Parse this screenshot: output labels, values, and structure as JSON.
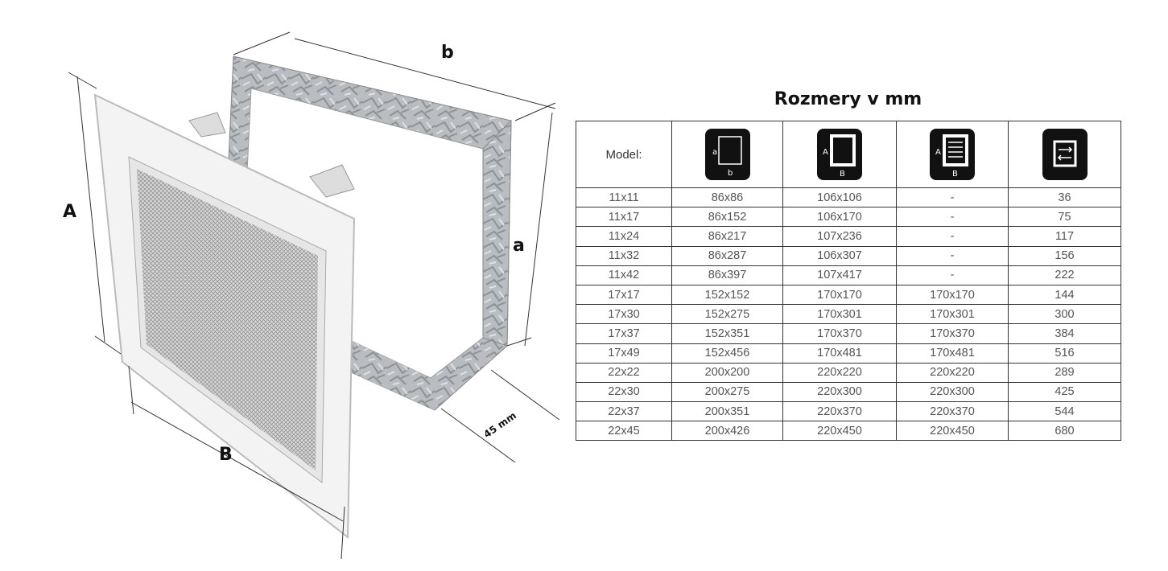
{
  "diagram": {
    "labels": {
      "A": "A",
      "B": "B",
      "a": "a",
      "b": "b",
      "depth": "45 mm"
    }
  },
  "table": {
    "title": "Rozmery v mm",
    "headers": {
      "model": "Model:",
      "col1": {
        "icon": "opening-size-icon",
        "side": "a",
        "bottom": "b"
      },
      "col2": {
        "icon": "grille-size-icon",
        "side": "A",
        "bottom": "B"
      },
      "col3": {
        "icon": "louvre-grille-size-icon",
        "side": "A",
        "bottom": "B"
      },
      "col4": {
        "icon": "airflow-area-icon"
      }
    },
    "rows": [
      [
        "11x11",
        "86x86",
        "106x106",
        "-",
        "36"
      ],
      [
        "11x17",
        "86x152",
        "106x170",
        "-",
        "75"
      ],
      [
        "11x24",
        "86x217",
        "107x236",
        "-",
        "117"
      ],
      [
        "11x32",
        "86x287",
        "106x307",
        "-",
        "156"
      ],
      [
        "11x42",
        "86x397",
        "107x417",
        "-",
        "222"
      ],
      [
        "17x17",
        "152x152",
        "170x170",
        "170x170",
        "144"
      ],
      [
        "17x30",
        "152x275",
        "170x301",
        "170x301",
        "300"
      ],
      [
        "17x37",
        "152x351",
        "170x370",
        "170x370",
        "384"
      ],
      [
        "17x49",
        "152x456",
        "170x481",
        "170x481",
        "516"
      ],
      [
        "22x22",
        "200x200",
        "220x220",
        "220x220",
        "289"
      ],
      [
        "22x30",
        "200x275",
        "220x300",
        "220x300",
        "425"
      ],
      [
        "22x37",
        "200x351",
        "220x370",
        "220x370",
        "544"
      ],
      [
        "22x45",
        "200x426",
        "220x450",
        "220x450",
        "680"
      ]
    ]
  }
}
